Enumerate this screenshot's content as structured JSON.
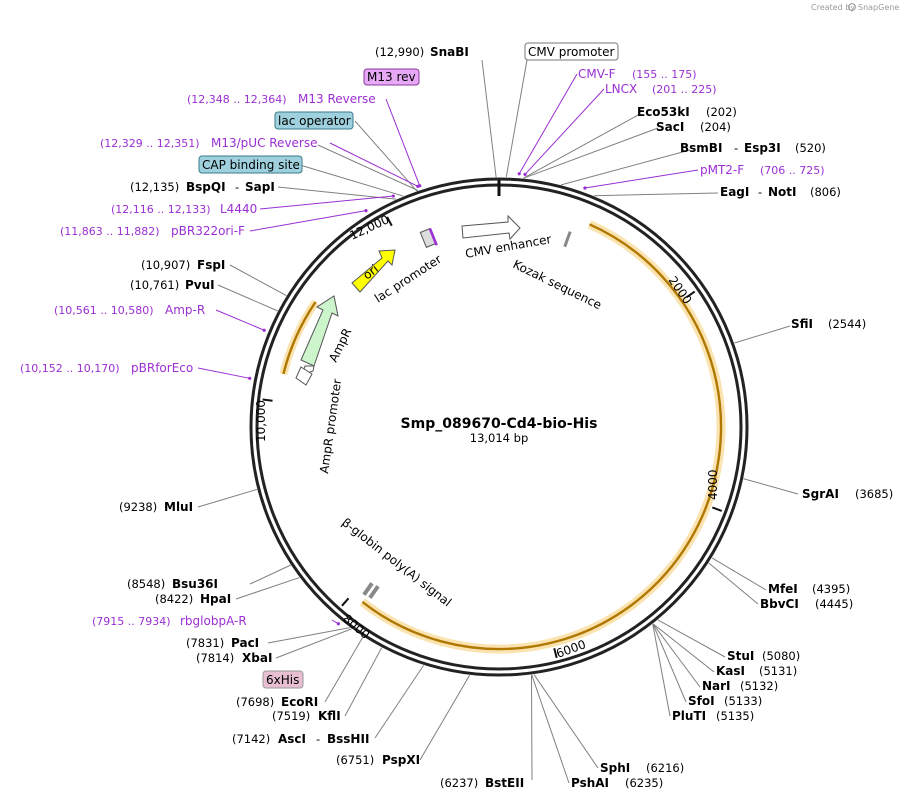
{
  "credit": {
    "text": "Created by",
    "brand": "SnapGene"
  },
  "plasmid": {
    "name": "Smp_089670-Cd4-bio-His",
    "size_label": "13,014 bp"
  },
  "ticks": [
    "2000",
    "4000",
    "6000",
    "8000",
    "10,000",
    "12,000"
  ],
  "sites": [
    {
      "id": "snabi",
      "pos": "(12,990)",
      "name": "SnaBI"
    },
    {
      "id": "eco53ki",
      "name": "Eco53kI",
      "pos": "(202)"
    },
    {
      "id": "saci",
      "name": "SacI",
      "pos": "(204)"
    },
    {
      "id": "bsmbi",
      "name": "BsmBI",
      "sep": "-",
      "name2": "Esp3I",
      "pos": "(520)"
    },
    {
      "id": "eagi",
      "name": "EagI",
      "sep": "-",
      "name2": "NotI",
      "pos": "(806)"
    },
    {
      "id": "sfii",
      "name": "SfiI",
      "pos": "(2544)"
    },
    {
      "id": "sgrai",
      "name": "SgrAI",
      "pos": "(3685)"
    },
    {
      "id": "mfei",
      "name": "MfeI",
      "pos": "(4395)"
    },
    {
      "id": "bbvci",
      "name": "BbvCI",
      "pos": "(4445)"
    },
    {
      "id": "stui",
      "name": "StuI",
      "pos": "(5080)"
    },
    {
      "id": "kasi",
      "name": "KasI",
      "pos": "(5131)"
    },
    {
      "id": "nari",
      "name": "NarI",
      "pos": "(5132)"
    },
    {
      "id": "sfoi",
      "name": "SfoI",
      "pos": "(5133)"
    },
    {
      "id": "pluti",
      "name": "PluTI",
      "pos": "(5135)"
    },
    {
      "id": "sphi",
      "name": "SphI",
      "pos": "(6216)"
    },
    {
      "id": "pshai",
      "name": "PshAI",
      "pos": "(6235)"
    },
    {
      "id": "bsteii",
      "pos": "(6237)",
      "name": "BstEII"
    },
    {
      "id": "pspxi",
      "pos": "(6751)",
      "name": "PspXI"
    },
    {
      "id": "asci",
      "pos": "(7142)",
      "name": "AscI",
      "sep": "-",
      "name2": "BssHII"
    },
    {
      "id": "kfli",
      "pos": "(7519)",
      "name": "KflI"
    },
    {
      "id": "ecori",
      "pos": "(7698)",
      "name": "EcoRI"
    },
    {
      "id": "xbai",
      "pos": "(7814)",
      "name": "XbaI"
    },
    {
      "id": "paci",
      "pos": "(7831)",
      "name": "PacI"
    },
    {
      "id": "hpai",
      "pos": "(8422)",
      "name": "HpaI"
    },
    {
      "id": "bsu36i",
      "pos": "(8548)",
      "name": "Bsu36I"
    },
    {
      "id": "mlui",
      "pos": "(9238)",
      "name": "MluI"
    },
    {
      "id": "pvui",
      "pos": "(10,761)",
      "name": "PvuI"
    },
    {
      "id": "fspi",
      "pos": "(10,907)",
      "name": "FspI"
    },
    {
      "id": "bspqi",
      "pos": "(12,135)",
      "name": "BspQI",
      "sep": "-",
      "name2": "SapI"
    }
  ],
  "primers": [
    {
      "id": "cmvf",
      "name": "CMV-F",
      "pos": "(155 .. 175)"
    },
    {
      "id": "lncx",
      "name": "LNCX",
      "pos": "(201 .. 225)"
    },
    {
      "id": "pmt2f",
      "name": "pMT2-F",
      "pos": "(706 .. 725)"
    },
    {
      "id": "rbglobpar",
      "pos": "(7915 .. 7934)",
      "name": "rbglobpA-R"
    },
    {
      "id": "pbrforeco",
      "pos": "(10,152 .. 10,170)",
      "name": "pBRforEco"
    },
    {
      "id": "ampr",
      "pos": "(10,561 .. 10,580)",
      "name": "Amp-R"
    },
    {
      "id": "pbr322ori",
      "pos": "(11,863 .. 11,882)",
      "name": "pBR322ori-F"
    },
    {
      "id": "l4440",
      "pos": "(12,116 .. 12,133)",
      "name": "L4440"
    },
    {
      "id": "m13puc",
      "pos": "(12,329 .. 12,351)",
      "name": "M13/pUC Reverse"
    },
    {
      "id": "m13rev",
      "pos": "(12,348 .. 12,364)",
      "name": "M13 Reverse"
    }
  ],
  "boxed_features": [
    {
      "id": "cmv-promoter",
      "label": "CMV promoter",
      "fill": "#ffffff"
    },
    {
      "id": "m13-rev",
      "label": "M13 rev",
      "fill": "#e7a8f5"
    },
    {
      "id": "lac-operator",
      "label": "lac operator",
      "fill": "#9fd0dd"
    },
    {
      "id": "cap-binding",
      "label": "CAP binding site",
      "fill": "#9fd0dd"
    },
    {
      "id": "6xhis",
      "label": "6xHis",
      "fill": "#e8bfd0"
    }
  ],
  "inner_features": [
    {
      "id": "cmv-enhancer",
      "label": "CMV enhancer"
    },
    {
      "id": "kozak",
      "label": "Kozak sequence"
    },
    {
      "id": "lac-promoter",
      "label": "lac promoter"
    },
    {
      "id": "ori",
      "label": "ori"
    },
    {
      "id": "ampr",
      "label": "AmpR"
    },
    {
      "id": "ampr-promoter",
      "label": "AmpR promoter"
    },
    {
      "id": "beta-globin",
      "label": "β-globin poly(A) signal"
    }
  ],
  "colors": {
    "primer": "#9b2fd4",
    "orf": "#f2a900",
    "orf_halo": "#fbe3b0",
    "ori": "#ffff00",
    "ampr": "#ccf5cc",
    "backbone": "#222222"
  }
}
